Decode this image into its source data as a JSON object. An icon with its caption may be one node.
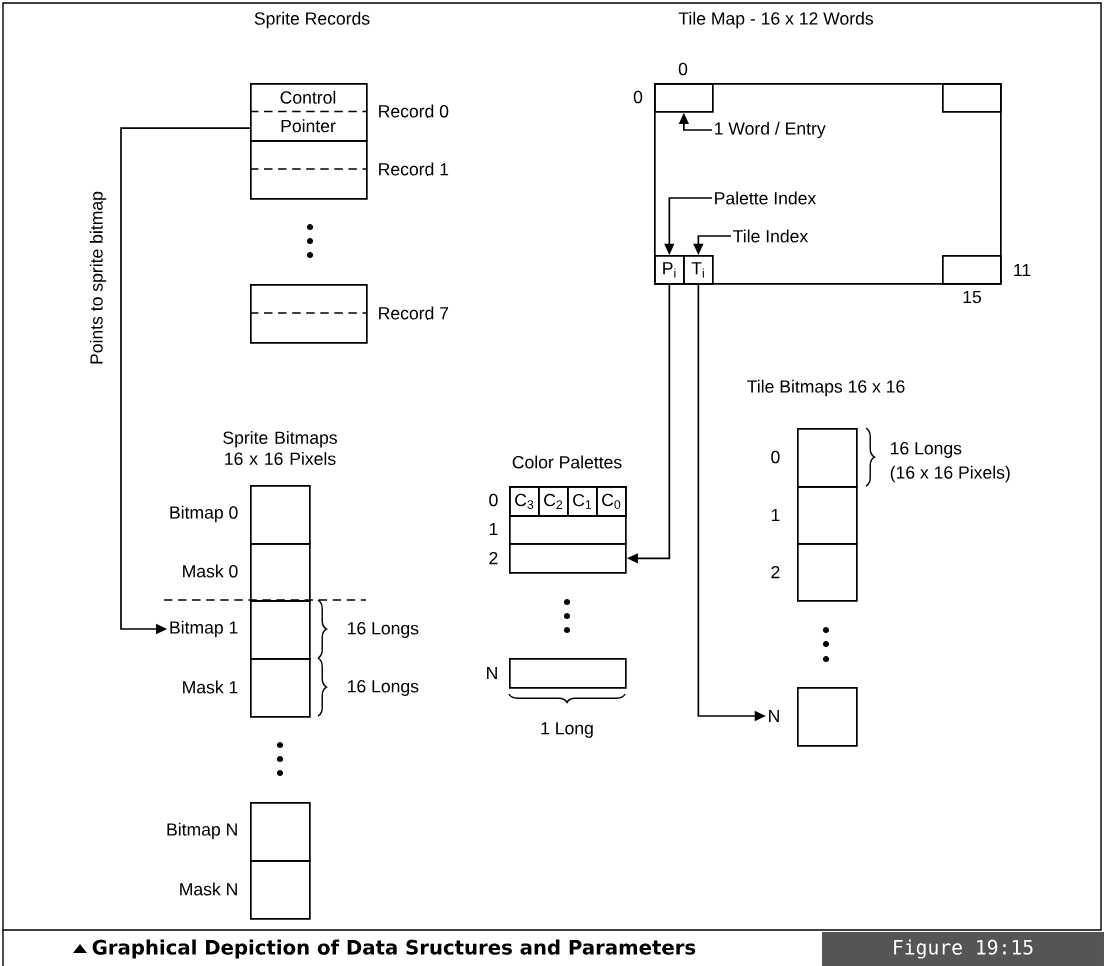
{
  "diagram": {
    "caption": "Graphical Depiction of Data Sructures and Parameters",
    "nodes": [
      {
        "text": [
          "Control",
          "Pointer"
        ],
        "beside": [
          "Record 0"
        ]
      },
      {
        "text": [],
        "shape": "box",
        "beside": [
          "Record 1"
        ]
      },
      {
        "text": [],
        "shape": "box",
        "beside": [
          "Record 7"
        ]
      },
      {
        "text": [],
        "shape": "box",
        "beside": [
          "Bitmap 0"
        ]
      },
      {
        "text": [],
        "shape": "box",
        "beside": [
          "Mask 0"
        ]
      },
      {
        "text": [],
        "shape": "box",
        "beside": [
          "Bitmap 1"
        ]
      },
      {
        "text": [],
        "shape": "box",
        "beside": [
          "Mask 1"
        ]
      },
      {
        "text": [],
        "shape": "box",
        "beside": [
          "Bitmap N"
        ]
      },
      {
        "text": [],
        "shape": "box",
        "beside": [
          "Mask N"
        ]
      },
      {
        "text": [
          "Tile Map - 16 x 12 Words"
        ]
      },
      {
        "text": [],
        "shape": "box",
        "in": 9
      },
      {
        "text": [],
        "shape": "box",
        "in": 9
      },
      {
        "text": [
          "1 Word / Entry"
        ],
        "in": 9
      },
      {
        "text": [
          "Palette Index"
        ],
        "in": 9
      },
      {
        "text": [
          "Tile Index"
        ],
        "in": 9
      },
      {
        "text": [
          "P$_{i}$"
        ],
        "in": 9
      },
      {
        "text": [
          "T$_{i}$"
        ],
        "in": 9
      },
      {
        "text": [],
        "shape": "box",
        "in": 9
      },
      {
        "text": [],
        "shape": "box",
        "beside": [
          "0"
        ]
      },
      {
        "text": [
          "C$_{3}$"
        ],
        "in": 18
      },
      {
        "text": [
          "C$_{2}$"
        ],
        "in": 18
      },
      {
        "text": [
          "C$_{1}$"
        ],
        "in": 18
      },
      {
        "text": [
          "C$_{0}$"
        ],
        "in": 18
      },
      {
        "text": [],
        "shape": "box",
        "beside": [
          "1"
        ]
      },
      {
        "text": [],
        "shape": "box",
        "beside": [
          "2"
        ]
      },
      {
        "text": [],
        "shape": "box",
        "beside": [
          "N"
        ]
      },
      {
        "text": [],
        "shape": "box",
        "beside": [
          "0"
        ]
      },
      {
        "text": [],
        "shape": "box",
        "beside": [
          "1"
        ]
      },
      {
        "text": [],
        "shape": "box",
        "beside": [
          "2"
        ]
      },
      {
        "text": [],
        "shape": "box",
        "beside": [
          "N"
        ]
      }
    ],
    "edges": [
      {
        "from": 0,
        "to": 5,
        "arrow": "to",
        "label": "Points to sprite bitmap"
      },
      {
        "from": 12,
        "to": 10,
        "arrow": "to"
      },
      {
        "from": 13,
        "to": 15,
        "arrow": "to"
      },
      {
        "from": 14,
        "to": 16,
        "arrow": "to"
      },
      {
        "from": 15,
        "to": 24,
        "arrow": "to"
      },
      {
        "from": 16,
        "to": 29,
        "arrow": "to"
      }
    ],
    "labels": [
      "Sprite Records",
      "0",
      "0",
      "11",
      "15",
      "Sprite Bitmaps 16 x 16 Pixels",
      "Color Palettes",
      "16 Longs",
      "16 Longs",
      "Tile Bitmaps 16 x 16",
      "16 Longs",
      "(16 x 16 Pixels)",
      "1 Long",
      "Figure 19:15"
    ]
  }
}
